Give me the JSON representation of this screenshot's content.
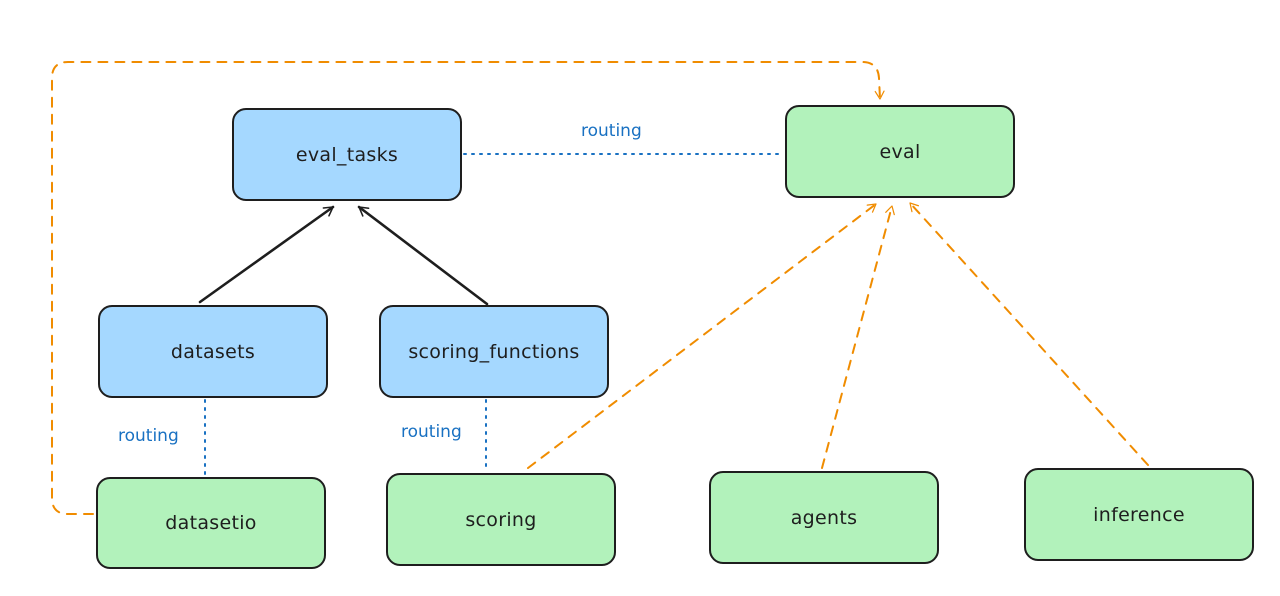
{
  "colors": {
    "api_fill": "#a5d8ff",
    "provider_fill": "#b2f2bb",
    "stroke": "#1e1e1e",
    "routing": "#1971c2",
    "dependency": "#f08c00"
  },
  "nodes": {
    "eval_tasks": "eval_tasks",
    "eval": "eval",
    "datasets": "datasets",
    "scoring_functions": "scoring_functions",
    "datasetio": "datasetio",
    "scoring": "scoring",
    "agents": "agents",
    "inference": "inference"
  },
  "labels": {
    "routing_top": "routing",
    "routing_datasets": "routing",
    "routing_scoring": "routing"
  }
}
